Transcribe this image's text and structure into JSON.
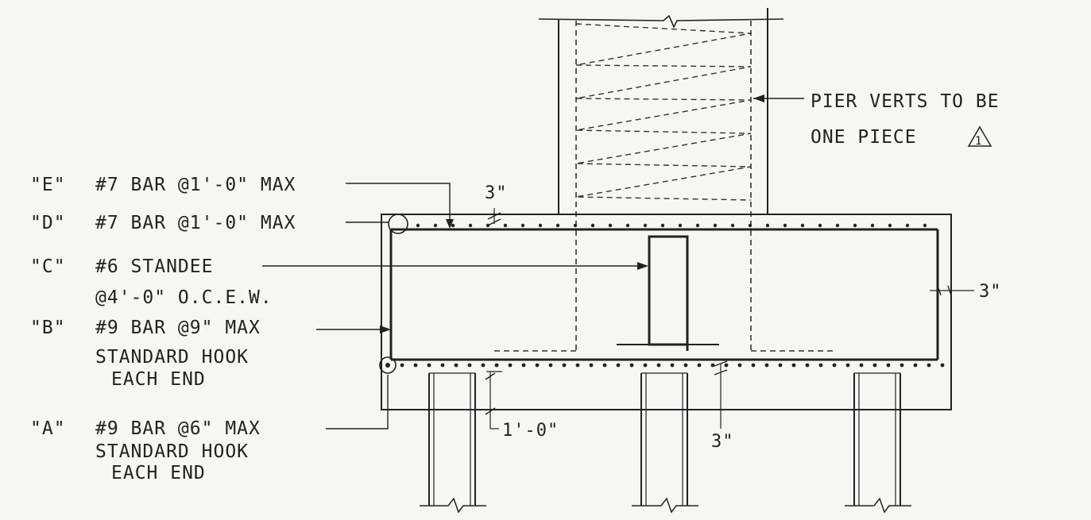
{
  "callouts": {
    "E": {
      "tag": "\"E\"",
      "text": "#7 BAR @1'-0\" MAX"
    },
    "D": {
      "tag": "\"D\"",
      "text": "#7 BAR @1'-0\" MAX"
    },
    "C": {
      "tag": "\"C\"",
      "line1": "#6 STANDEE",
      "line2": "@4'-0\" O.C.E.W."
    },
    "B": {
      "tag": "\"B\"",
      "line1": "#9 BAR @9\" MAX",
      "line2": "STANDARD HOOK",
      "line3": "EACH END"
    },
    "A": {
      "tag": "\"A\"",
      "line1": "#9 BAR @6\" MAX",
      "line2": "STANDARD HOOK",
      "line3": "EACH END"
    }
  },
  "pier_note": {
    "line1": "PIER VERTS TO BE",
    "line2": "ONE PIECE",
    "revision": "1"
  },
  "dimensions": {
    "top_cover": "3\"",
    "side_cover": "3\"",
    "bottom_cover": "3\"",
    "pile_embed": "1'-0\""
  },
  "colors": {
    "ink": "#222222",
    "paper": "#f6f6f4"
  }
}
